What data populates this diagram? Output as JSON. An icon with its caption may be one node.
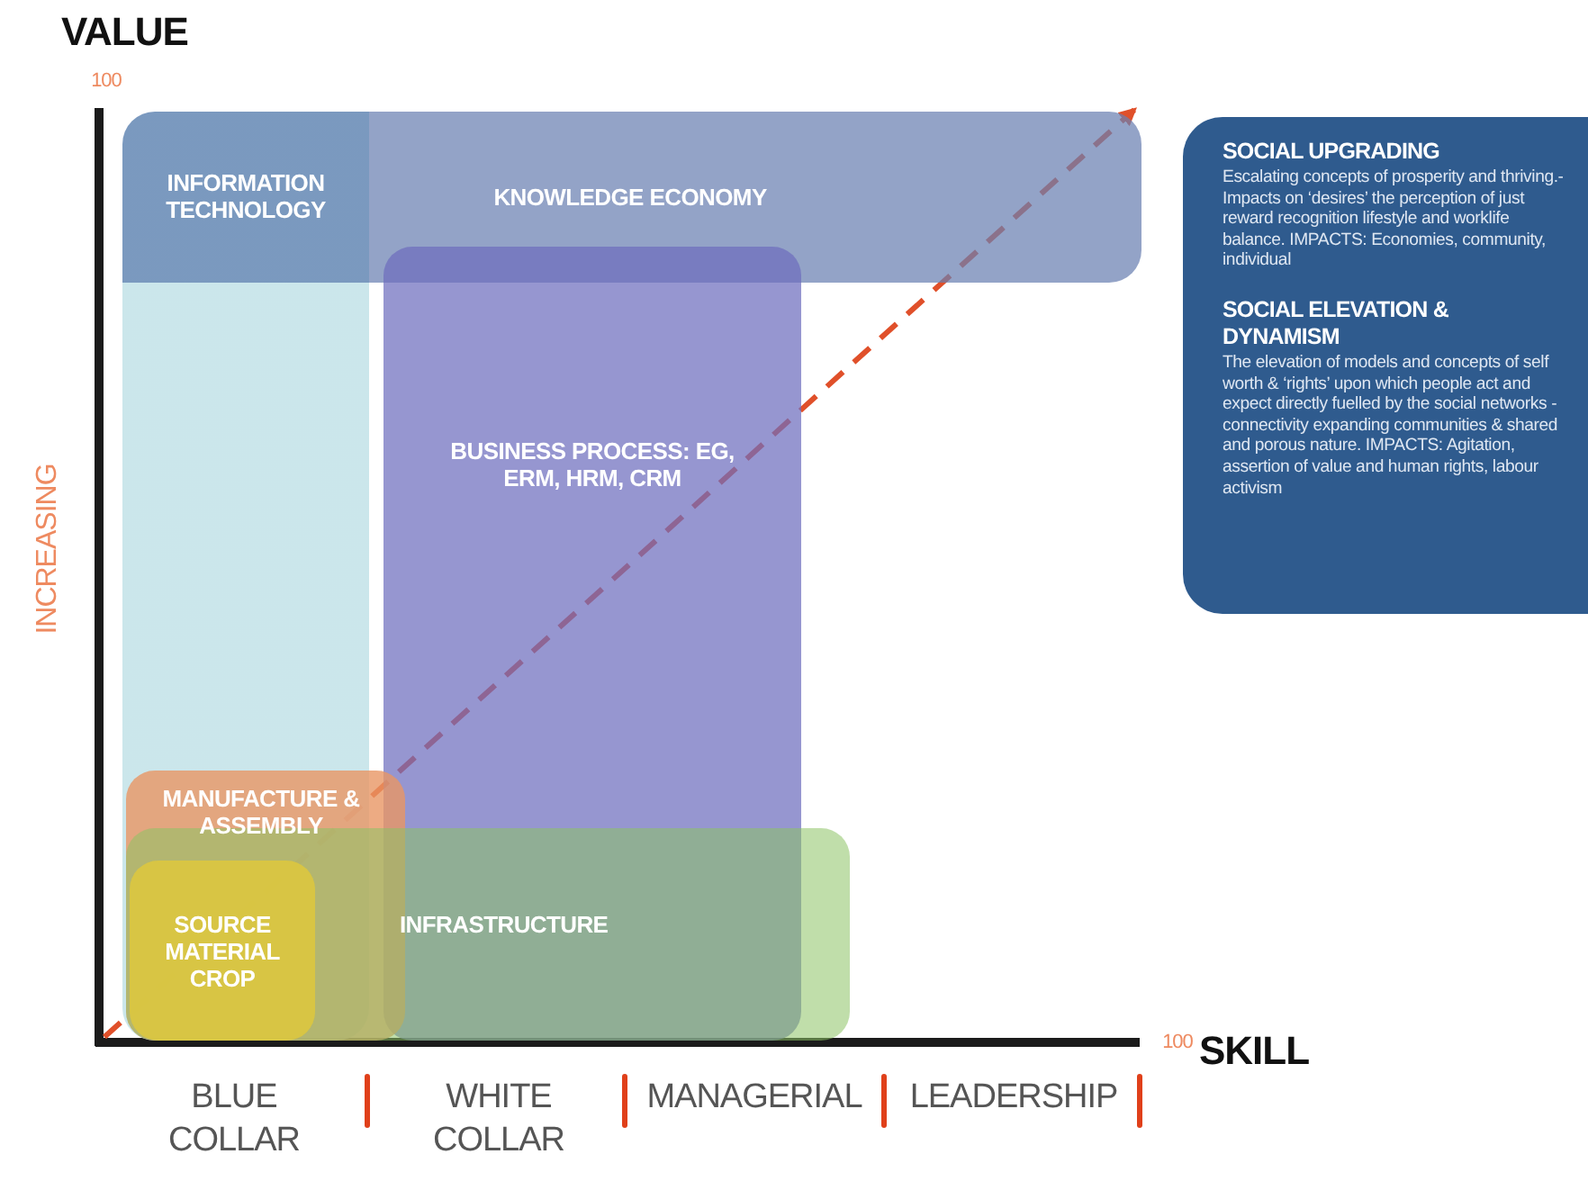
{
  "diagram": {
    "nodes": [
      {
        "text": [
          "INFORMATION TECHNOLOGY"
        ]
      },
      {
        "text": [
          "KNOWLEDGE ECONOMY"
        ]
      },
      {
        "text": [
          "SOCIAL UPGRADING",
          "Escalating concepts of prosperity and thriving.- Impacts on ‘desires’ the perception of just reward recognition lifestyle and worklife balance. IMPACTS: Economies, community, individual",
          "SOCIAL ELEVATION & DYNAMISM",
          "The elevation of models and concepts of self worth & ‘rights’ upon which people act and expect directly fuelled by the social networks - connectivity expanding communities & shared and porous nature. IMPACTS: Agitation, assertion of value and human rights, labour activism"
        ]
      },
      {
        "text": [
          "BUSINESS PROCESS: EG, ERM, HRM, CRM"
        ]
      },
      {
        "text": [
          "MANUFACTURE & ASSEMBLY"
        ]
      },
      {
        "text": [
          "INFRASTRUCTURE"
        ]
      },
      {
        "text": [
          "SOURCE MATERIAL CROP"
        ]
      }
    ],
    "edges": [],
    "labels": [
      "VALUE",
      "100",
      "INCREASING",
      "100",
      "SKILL",
      "BLUE COLLAR",
      "WHITE COLLAR",
      "MANAGERIAL",
      "LEADERSHIP"
    ]
  }
}
